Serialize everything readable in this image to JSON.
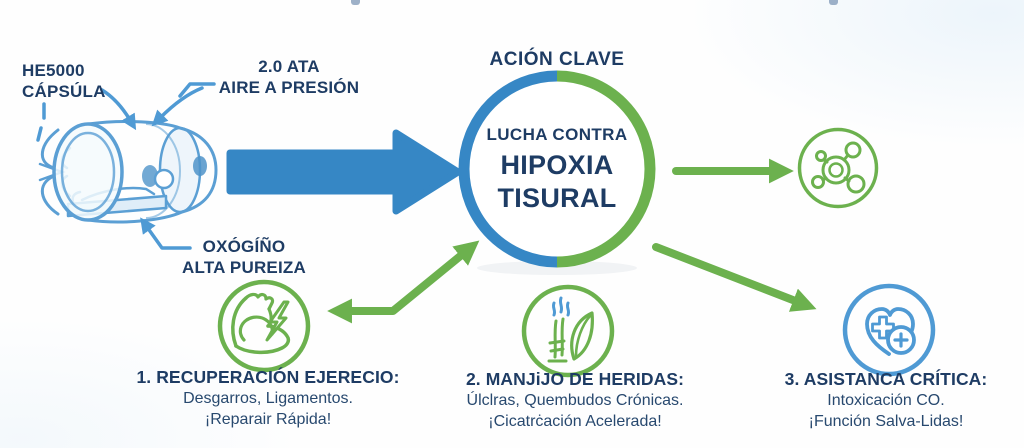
{
  "colors": {
    "navy_text": "#1e3c64",
    "body_text": "#28496f",
    "blue_arrow": "#3687c5",
    "light_blue": "#4f9ad4",
    "green": "#6cb14e"
  },
  "capsule": {
    "model_line1": "HE5000",
    "model_line2": "CÁPSÚLA",
    "pressure_line1": "2.0 ATA",
    "pressure_line2": "AIRE A PRESIÓN",
    "oxygen_line1": "OXÓGÍÑO",
    "oxygen_line2": "ALTA PUREIZA"
  },
  "center": {
    "title": "ACIÓN CLAVE",
    "circle_line1": "LUCHA CONTRA",
    "circle_line2": "HIPOXIA",
    "circle_line3": "TISURAL"
  },
  "icons": {
    "chamber": "hyperbaric-chamber-illustration",
    "flow_arrow": "big-blue-right-arrow",
    "hub": "oxygen-molecule-icon",
    "benefit1": "bicep-lightning-icon",
    "benefit2": "leaf-healing-icon",
    "benefit3": "heart-medical-cross-icon"
  },
  "benefits": [
    {
      "title": "1. RECUPERACIÓN EJERECIO:",
      "line1": "Desgarros, Ligamentos.",
      "line2": "¡Reparair Rápida!",
      "accent": "#6cb14e"
    },
    {
      "title": "2. MANJiJO DE HERIDAS:",
      "line1": "Úlclras, Quembudos Crónicas.",
      "line2": "¡Cicatrċación Acelerada!",
      "accent": "#6cb14e"
    },
    {
      "title": "3. ASISTANCA CRÍTICA:",
      "line1": "Intoxicación CO.",
      "line2": "¡Función Salva-Lidas!",
      "accent": "#4f9ad4"
    }
  ]
}
